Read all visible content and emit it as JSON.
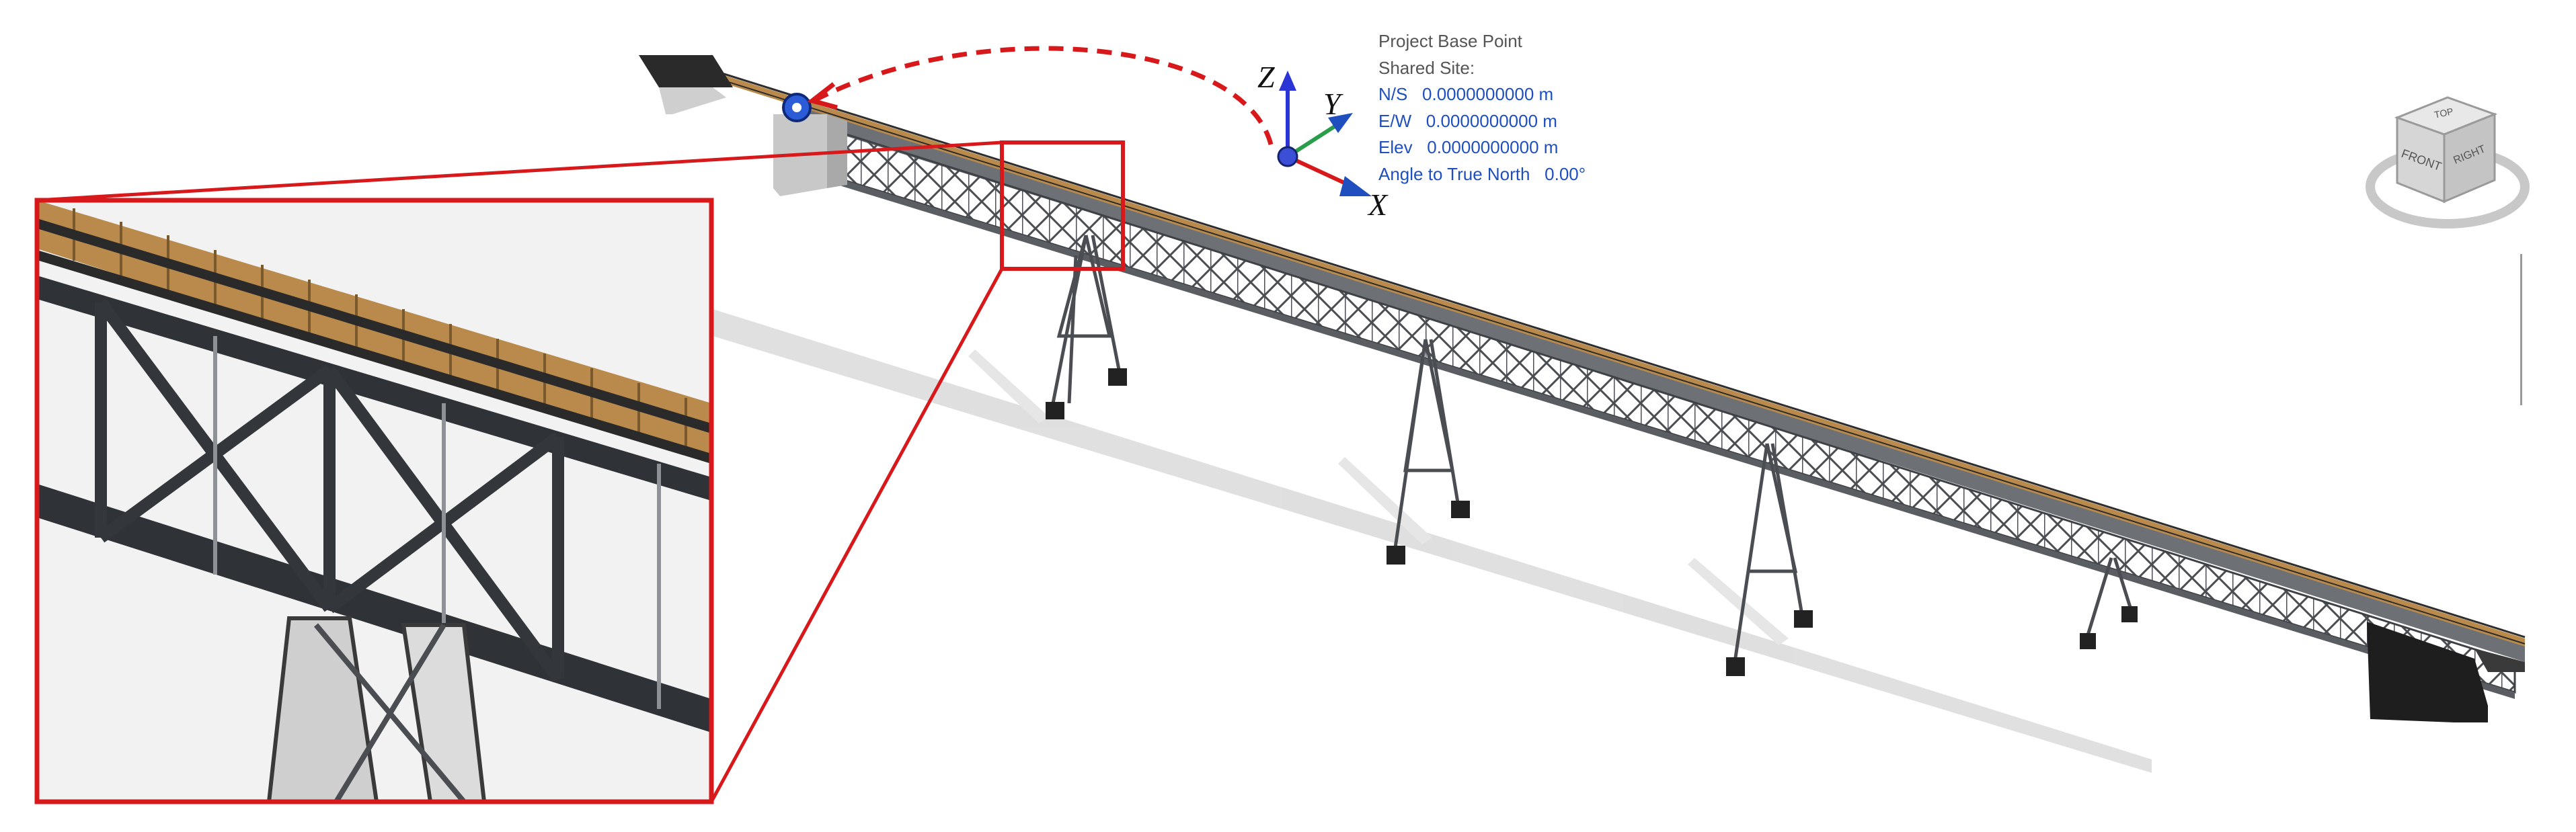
{
  "base_point": {
    "title": "Project Base Point",
    "site": "Shared Site:",
    "ns_label": "N/S",
    "ns_value": "0.0000000000 m",
    "ew_label": "E/W",
    "ew_value": "0.0000000000 m",
    "elev_label": "Elev",
    "elev_value": "0.0000000000 m",
    "angle_label": "Angle to True North",
    "angle_value": "0.00°"
  },
  "axes": {
    "z": "Z",
    "y": "Y",
    "x": "X"
  },
  "viewcube": {
    "top": "TOP",
    "front": "FRONT",
    "right": "RIGHT"
  },
  "colors": {
    "highlight": "#d7191c",
    "axis_z": "#2b35d6",
    "axis_y": "#2a9d4a",
    "axis_x": "#1f4fbf",
    "steel": "#55585c",
    "ties": "#b98a4b",
    "concrete": "#c9c9c9"
  }
}
